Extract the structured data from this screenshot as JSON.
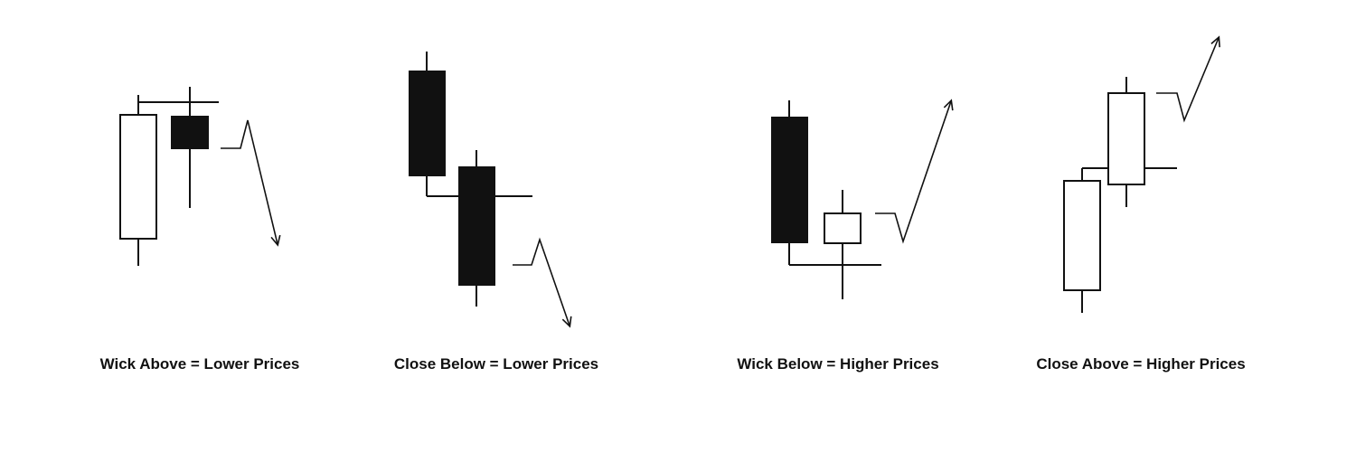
{
  "colors": {
    "ink": "#111111",
    "background": "#ffffff"
  },
  "panels": [
    {
      "caption": "Wick Above = Lower Prices"
    },
    {
      "caption": "Close Below = Lower Prices"
    },
    {
      "caption": "Wick Below = Higher Prices"
    },
    {
      "caption": "Close Above = Higher Prices"
    }
  ]
}
